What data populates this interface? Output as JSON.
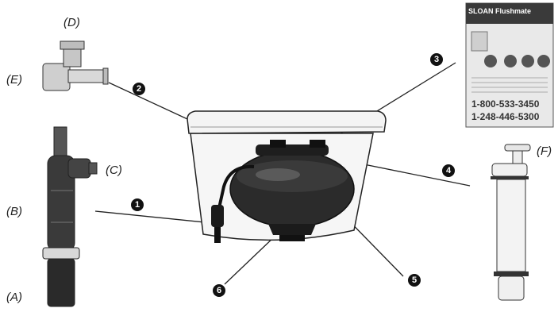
{
  "part_labels": {
    "a": "(A)",
    "b": "(B)",
    "c": "(C)",
    "d": "(D)",
    "e": "(E)",
    "f": "(F)"
  },
  "callouts": {
    "n1": "1",
    "n2": "2",
    "n3": "3",
    "n4": "4",
    "n5": "5",
    "n6": "6"
  },
  "info_card": {
    "header": "SLOAN Flushmate",
    "phone_1": "1-800-533-3450",
    "phone_2": "1-248-446-5300"
  },
  "colors": {
    "line": "#222222",
    "tank_body": "#2b2b2b",
    "porcelain": "#f2f2f2",
    "card_header": "#3a3a3a"
  }
}
